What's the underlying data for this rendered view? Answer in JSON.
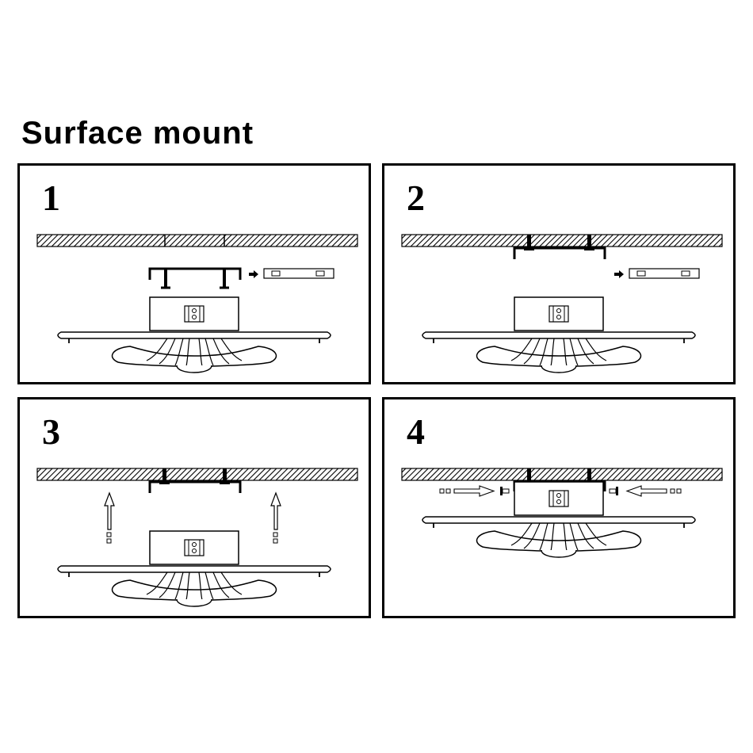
{
  "title": "Surface mount",
  "steps": [
    {
      "number": "1"
    },
    {
      "number": "2"
    },
    {
      "number": "3"
    },
    {
      "number": "4"
    }
  ],
  "colors": {
    "ink": "#000000",
    "background": "#ffffff"
  }
}
